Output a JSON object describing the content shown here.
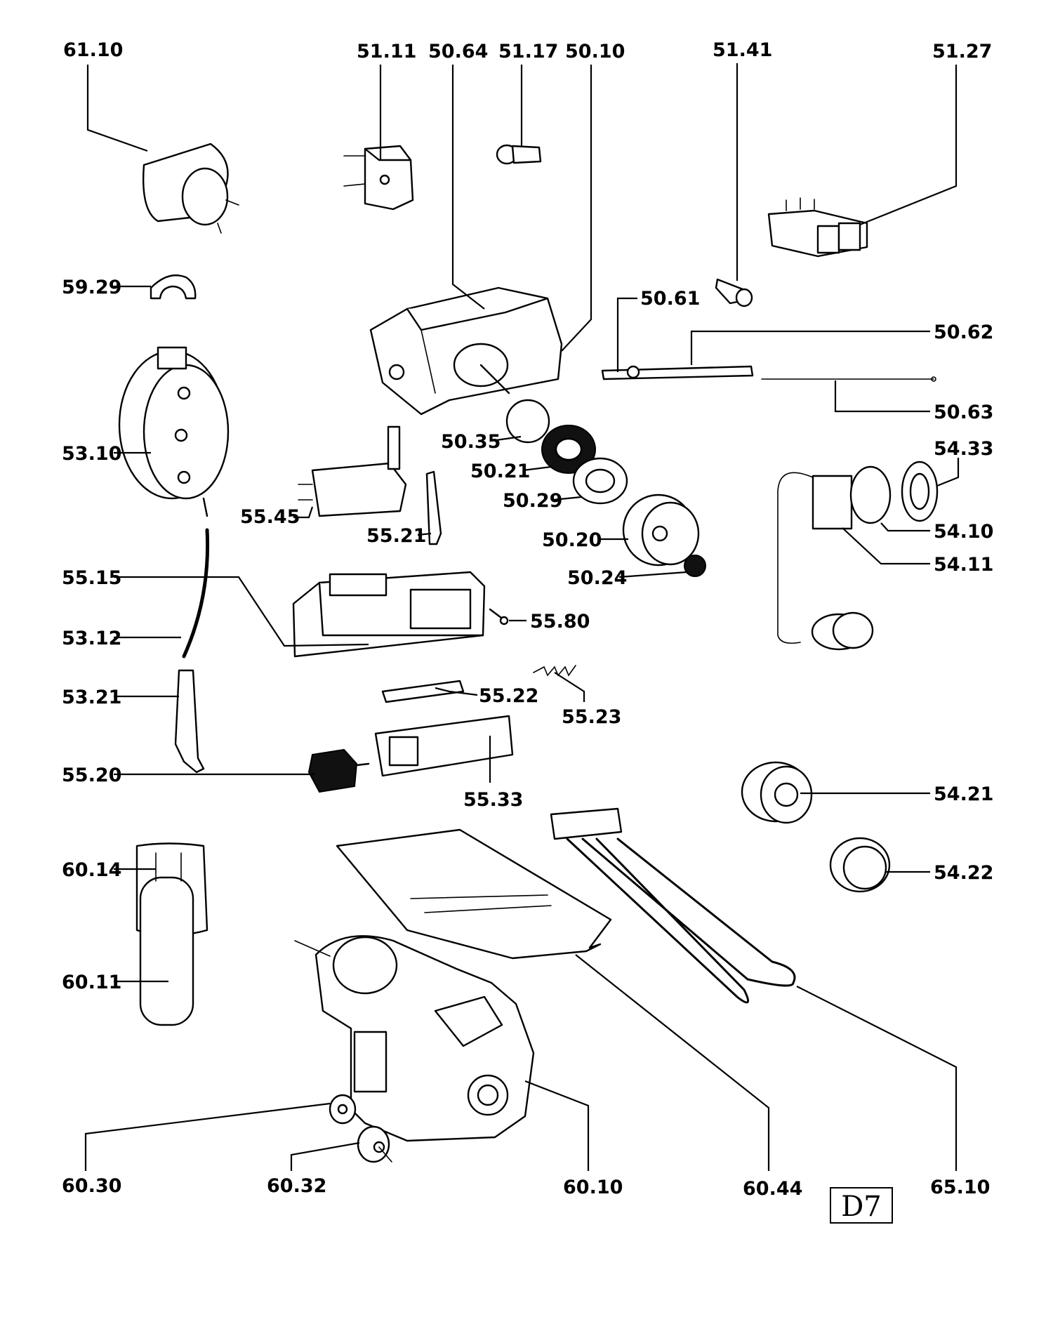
{
  "diagram": {
    "reference_code": "D7",
    "labels": {
      "p6110": "61.10",
      "p5111": "51.11",
      "p5064": "50.64",
      "p5117": "51.17",
      "p5010": "50.10",
      "p5141": "51.41",
      "p5127": "51.27",
      "p5929": "59.29",
      "p5061": "50.61",
      "p5062": "50.62",
      "p5063": "50.63",
      "p5035": "50.35",
      "p5021": "50.21",
      "p5029": "50.29",
      "p5020": "50.20",
      "p5024": "50.24",
      "p5310": "53.10",
      "p5545": "55.45",
      "p5521": "55.21",
      "p5433": "54.33",
      "p5410": "54.10",
      "p5411": "54.11",
      "p5515": "55.15",
      "p5580": "55.80",
      "p5312": "53.12",
      "p5321": "53.21",
      "p5522": "55.22",
      "p5523": "55.23",
      "p5520": "55.20",
      "p5533": "55.33",
      "p5421": "54.21",
      "p5422": "54.22",
      "p6014": "60.14",
      "p6011": "60.11",
      "p6030": "60.30",
      "p6032": "60.32",
      "p6010": "60.10",
      "p6044": "60.44",
      "p6510": "65.10"
    }
  }
}
